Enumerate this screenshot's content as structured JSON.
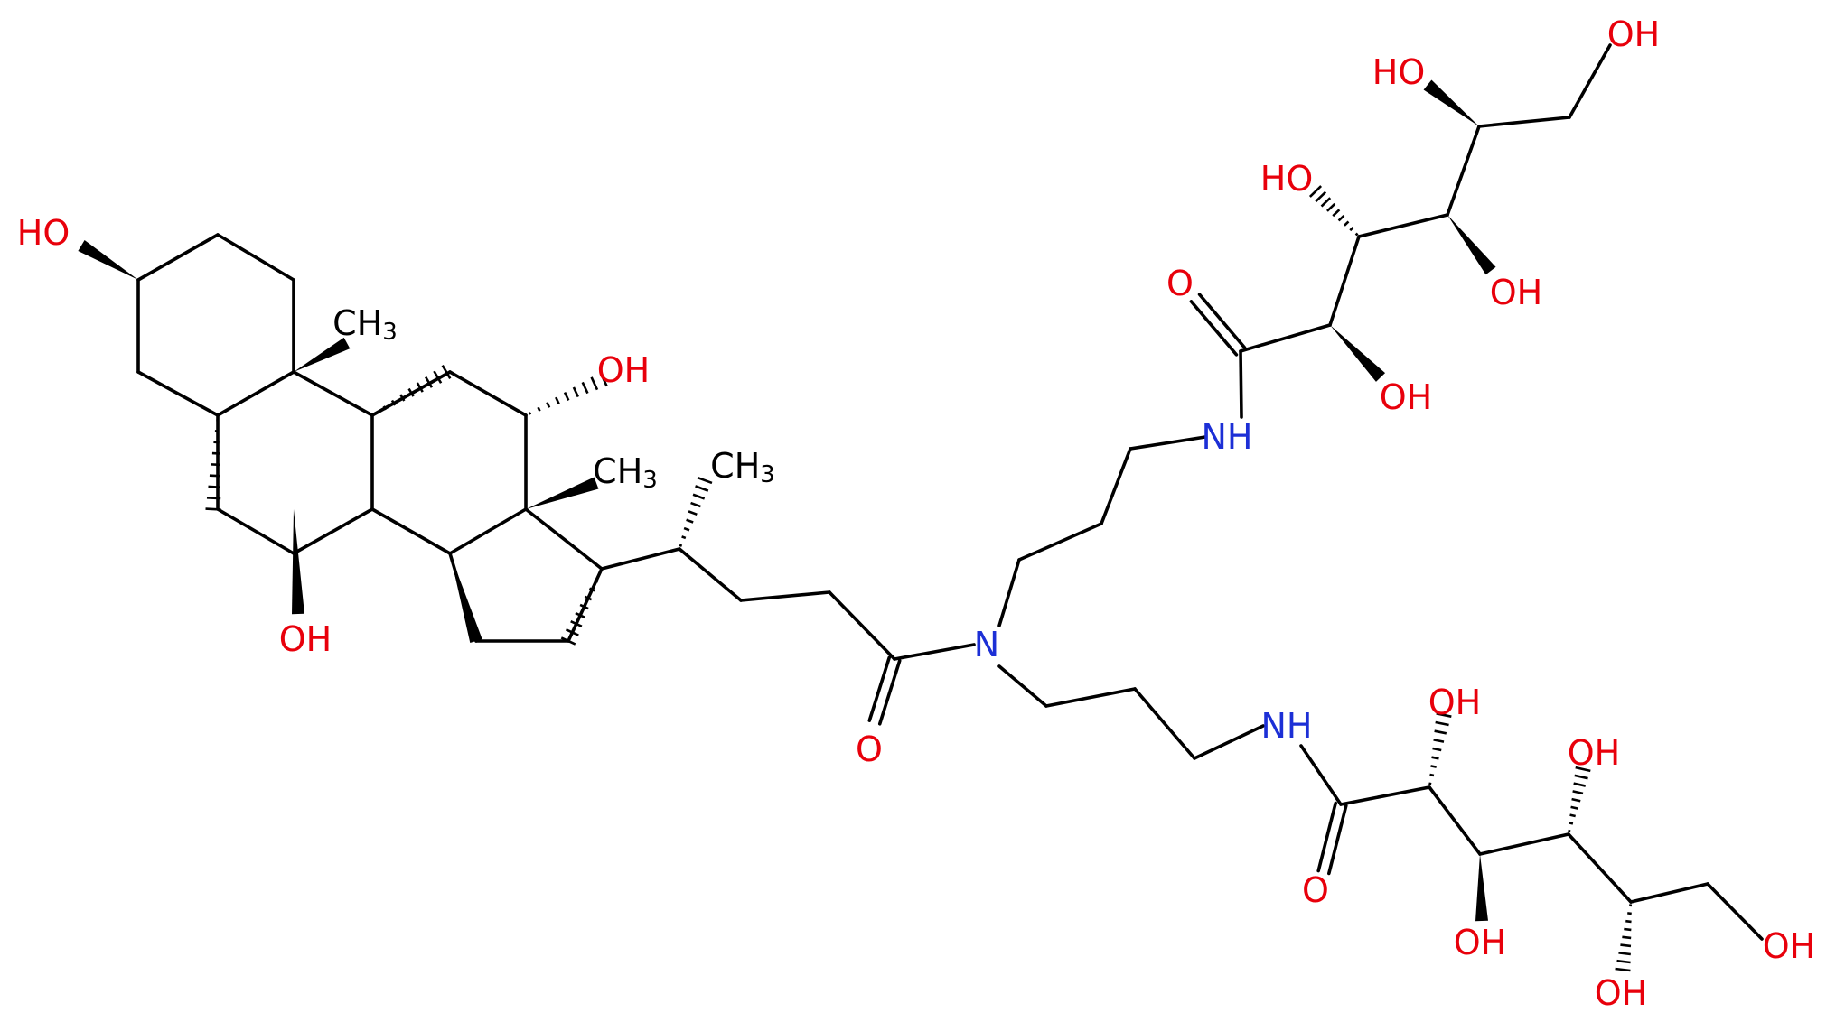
{
  "colors": {
    "bond": "#000000",
    "O": "#e8000b",
    "N": "#1c2fd6",
    "C": "#000000"
  },
  "labels": {
    "ho_a3": "HO",
    "oh_a7": "OH",
    "me_a10_main": "CH",
    "me_a10_sub": "3",
    "oh_a12": "OH",
    "me_a13_main": "CH",
    "me_a13_sub": "3",
    "me_a20_main": "CH",
    "me_a20_sub": "3",
    "o_amide": "O",
    "n_center": "N",
    "nh_top": "NH",
    "o_top": "O",
    "oh_t2": "OH",
    "ho_t3": "HO",
    "oh_t4": "OH",
    "ho_t5": "HO",
    "oh_t6": "OH",
    "nh_bottom": "NH",
    "o_bottom": "O",
    "oh_b2": "OH",
    "oh_b3": "OH",
    "oh_b4": "OH",
    "oh_b5": "OH",
    "oh_b6": "OH"
  }
}
